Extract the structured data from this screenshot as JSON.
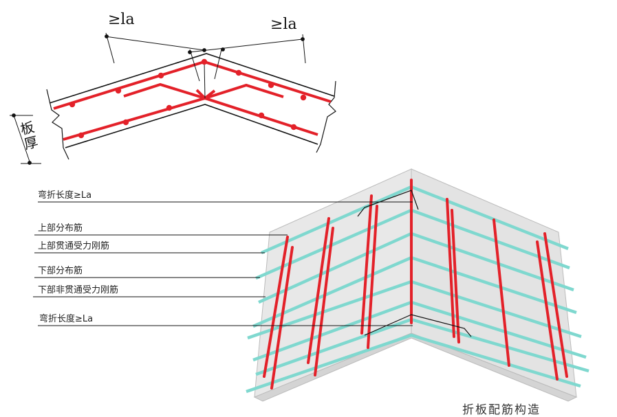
{
  "section": {
    "dim_left": "≥la",
    "dim_right": "≥la",
    "thickness_label": "板厚"
  },
  "labels": [
    {
      "id": "bend-top",
      "text": "弯折长度≥La"
    },
    {
      "id": "upper-distribution",
      "text": "上部分布筋"
    },
    {
      "id": "upper-continuous",
      "text": "上部贯通受力刚筋"
    },
    {
      "id": "lower-distribution",
      "text": "下部分布筋"
    },
    {
      "id": "lower-noncontinuous",
      "text": "下部非贯通受力刚筋"
    },
    {
      "id": "bend-bottom",
      "text": "弯折长度≥La"
    }
  ],
  "caption": "折板配筋构造",
  "colors": {
    "rebar_red": "#e32129",
    "rebar_cyan": "#7fd8cf",
    "concrete": "#e6e6e6",
    "line": "#111111"
  }
}
